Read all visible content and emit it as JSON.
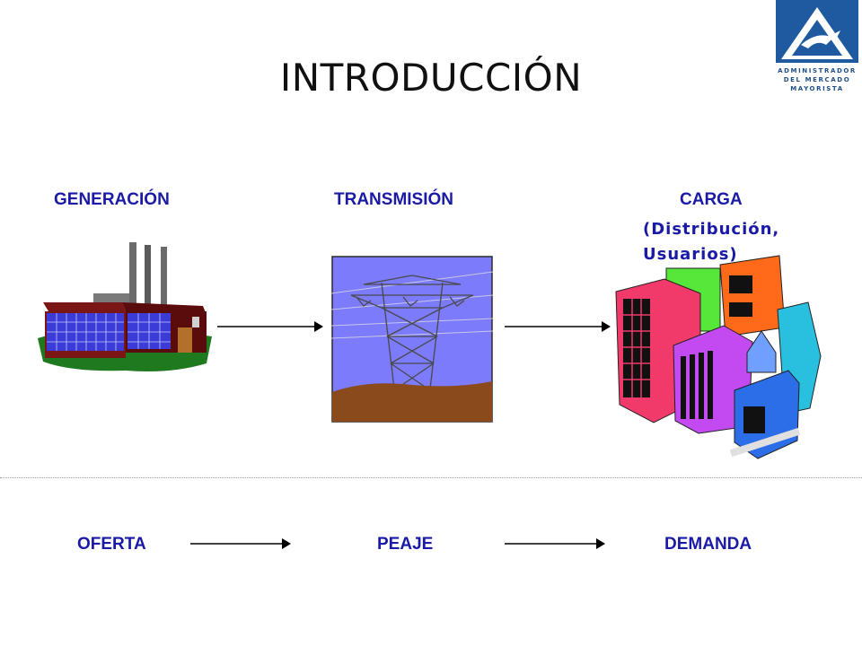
{
  "slide": {
    "title": "INTRODUCCIÓN"
  },
  "logo": {
    "lines": [
      "ADMINISTRADOR",
      "DEL MERCADO",
      "MAYORISTA"
    ]
  },
  "top_labels": {
    "generacion": "GENERACIÓN",
    "transmision": "TRANSMISIÓN",
    "carga": "CARGA",
    "carga_sub_1": "(Distribución,",
    "carga_sub_2": "Usuarios)"
  },
  "bottom_labels": {
    "oferta": "OFERTA",
    "peaje": "PEAJE",
    "demanda": "DEMANDA"
  },
  "colors": {
    "label_blue": "#1a1aa6",
    "logo_blue": "#1f5aa0",
    "tower_sky": "#7b7bfb",
    "ground_brown": "#8b4a1c"
  }
}
